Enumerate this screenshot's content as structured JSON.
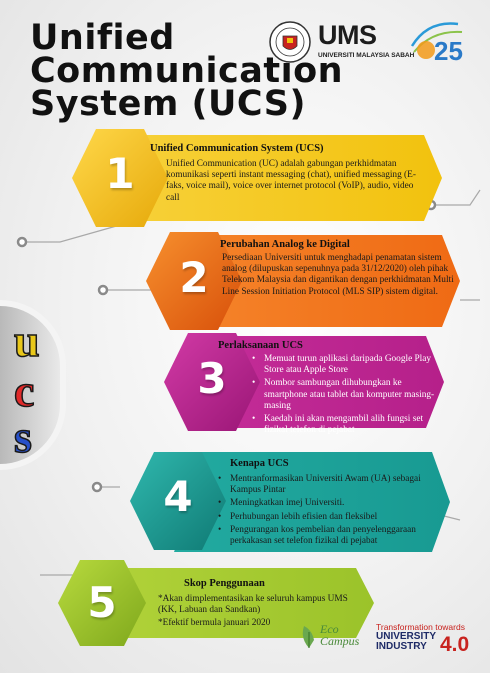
{
  "title": {
    "line1": "Unified",
    "line2": "Communication",
    "line3": "System (UCS)"
  },
  "logos": {
    "ums": "UMS",
    "ums_sub": "UNIVERSITI MALAYSIA SABAH",
    "anniversary": "25"
  },
  "ucs_letters": [
    "u",
    "c",
    "s"
  ],
  "colors": {
    "u": "#e9c81a",
    "c": "#e02a2a",
    "s": "#2850c8",
    "panel1": "#f2c20e",
    "panel2": "#ef6a14",
    "panel3": "#b5208a",
    "panel4": "#189a92",
    "panel5": "#9bc32a"
  },
  "panels": [
    {
      "number": "1",
      "title": "Unified Communication System (UCS)",
      "text": "Unified Communication (UC) adalah gabungan perkhidmatan komunikasi seperti instant messaging (chat), unified messaging (E-faks, voice mail), voice over internet protocol (VoIP), audio, video call"
    },
    {
      "number": "2",
      "title": "Perubahan Analog ke Digital",
      "text": "Persediaan Universiti untuk menghadapi penamatan sistem analog (dilupuskan sepenuhnya pada 31/12/2020) oleh pihak Telekom Malaysia dan digantikan dengan perkhidmatan Multi Line Session Initiation Protocol (MLS SIP) sistem digital."
    },
    {
      "number": "3",
      "title": "Perlaksanaan UCS",
      "items": [
        "Memuat turun aplikasi daripada Google Play Store atau Apple Store",
        "Nombor sambungan dihubungkan ke smartphone atau tablet dan komputer masing-masing",
        "Kaedah ini akan mengambil alih fungsi set fizikal telefon di pejabat"
      ]
    },
    {
      "number": "4",
      "title": "Kenapa UCS",
      "items": [
        "Mentranformasikan Universiti Awam (UA) sebagai Kampus Pintar",
        "Meningkatkan imej Universiti.",
        "Perhubungan lebih efisien dan fleksibel",
        "Pengurangan kos pembelian dan penyelenggaraan perkakasan set telefon fizikal di pejabat"
      ]
    },
    {
      "number": "5",
      "title": "Skop Penggunaan",
      "lines": [
        "*Akan dimplementasikan ke seluruh kampus UMS (KK, Labuan dan Sandkan)",
        "*Efektif bermula januari 2020"
      ]
    }
  ],
  "footer": {
    "eco1": "Eco",
    "eco2": "Campus",
    "transform": "Transformation towards",
    "university": "UNIVERSITY",
    "industry": "INDUSTRY",
    "version": "4.0"
  }
}
